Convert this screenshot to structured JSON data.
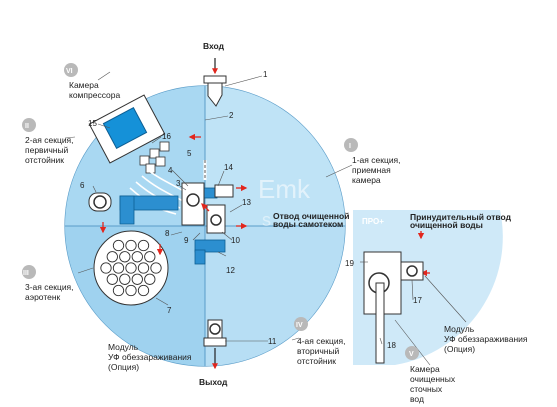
{
  "inlet": "Вход",
  "outlet": "Выход",
  "sections": {
    "s1": [
      "1-ая секция,",
      "приемная",
      "камера"
    ],
    "s2": [
      "2-ая секция,",
      "первичный",
      "отстойник"
    ],
    "s3": [
      "3-ая секция,",
      "аэротенк"
    ],
    "s4": [
      "4-ая секция,",
      "вторичный",
      "отстойник"
    ],
    "compressor": [
      "Камера",
      "компрессора"
    ],
    "uv": [
      "Модуль",
      "УФ обеззараживания",
      "(Опция)"
    ],
    "uv_pro": [
      "Модуль",
      "УФ обеззараживания",
      "(Опция)"
    ],
    "clean_chamber": [
      "Камера",
      "очищенных",
      "сточных",
      "вод"
    ]
  },
  "roman": {
    "r1": "I",
    "r2": "II",
    "r3": "III",
    "r4": "IV",
    "r5": "V",
    "r6": "VI"
  },
  "gravity_outlet": [
    "Отвод очищенной",
    "воды самотеком"
  ],
  "pro": {
    "badge": "ПРО+",
    "title": [
      "Принудительный отвод",
      "очищенной воды"
    ]
  },
  "watermark": [
    "Emk",
    "s"
  ],
  "numbers": {
    "n1": "1",
    "n2": "2",
    "n3": "3",
    "n4": "4",
    "n5": "5",
    "n6": "6",
    "n7": "7",
    "n8": "8",
    "n9": "9",
    "n10": "10",
    "n11": "11",
    "n12": "12",
    "n13": "13",
    "n14": "14",
    "n15": "15",
    "n16": "16",
    "n17": "17",
    "n18": "18",
    "n19": "19"
  },
  "colors": {
    "tank_light": "#a9d8f2",
    "tank_mid": "#8fcaec",
    "aerator_blue": "#1591d8",
    "pipe_blue": "#2c8fd0",
    "arrow_red": "#e2261d",
    "roman_gray": "#b9b9b9"
  }
}
